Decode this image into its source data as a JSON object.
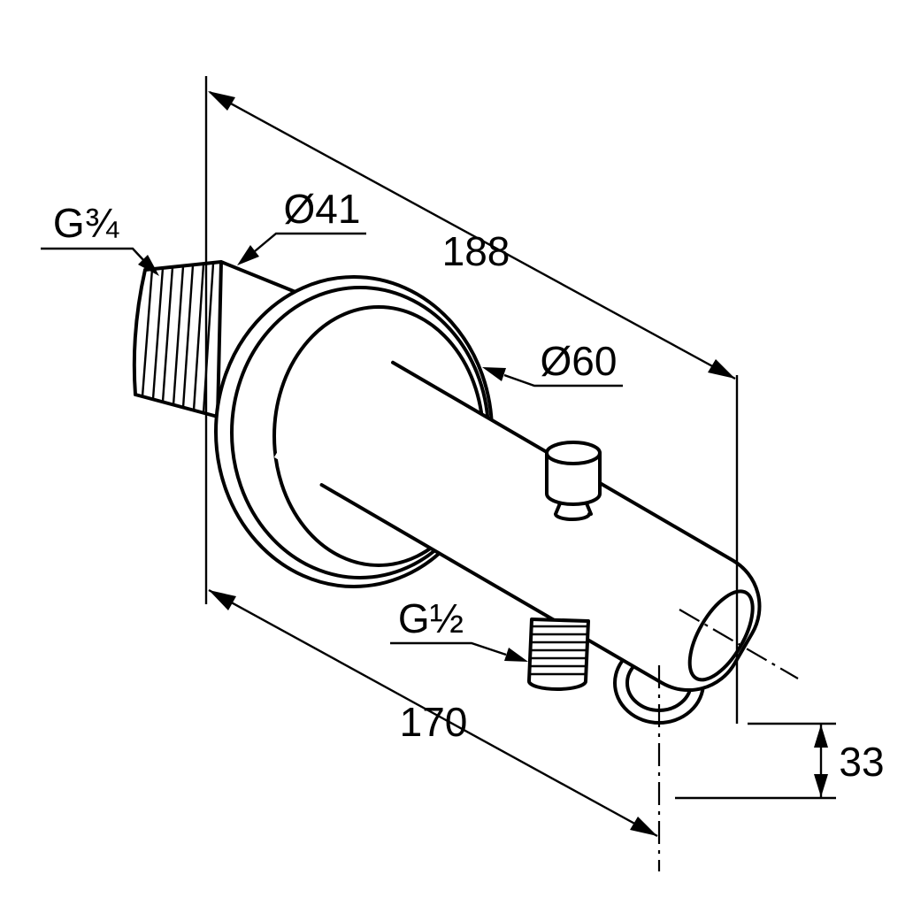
{
  "drawing": {
    "labels": {
      "inlet_thread": "G¾",
      "body_diameter": "Ø41",
      "total_length": "188",
      "escutcheon_diameter": "Ø60",
      "outlet_thread": "G½",
      "bottom_length": "170",
      "outlet_offset": "33"
    },
    "colors": {
      "line": "#000000",
      "background": "#ffffff"
    }
  }
}
